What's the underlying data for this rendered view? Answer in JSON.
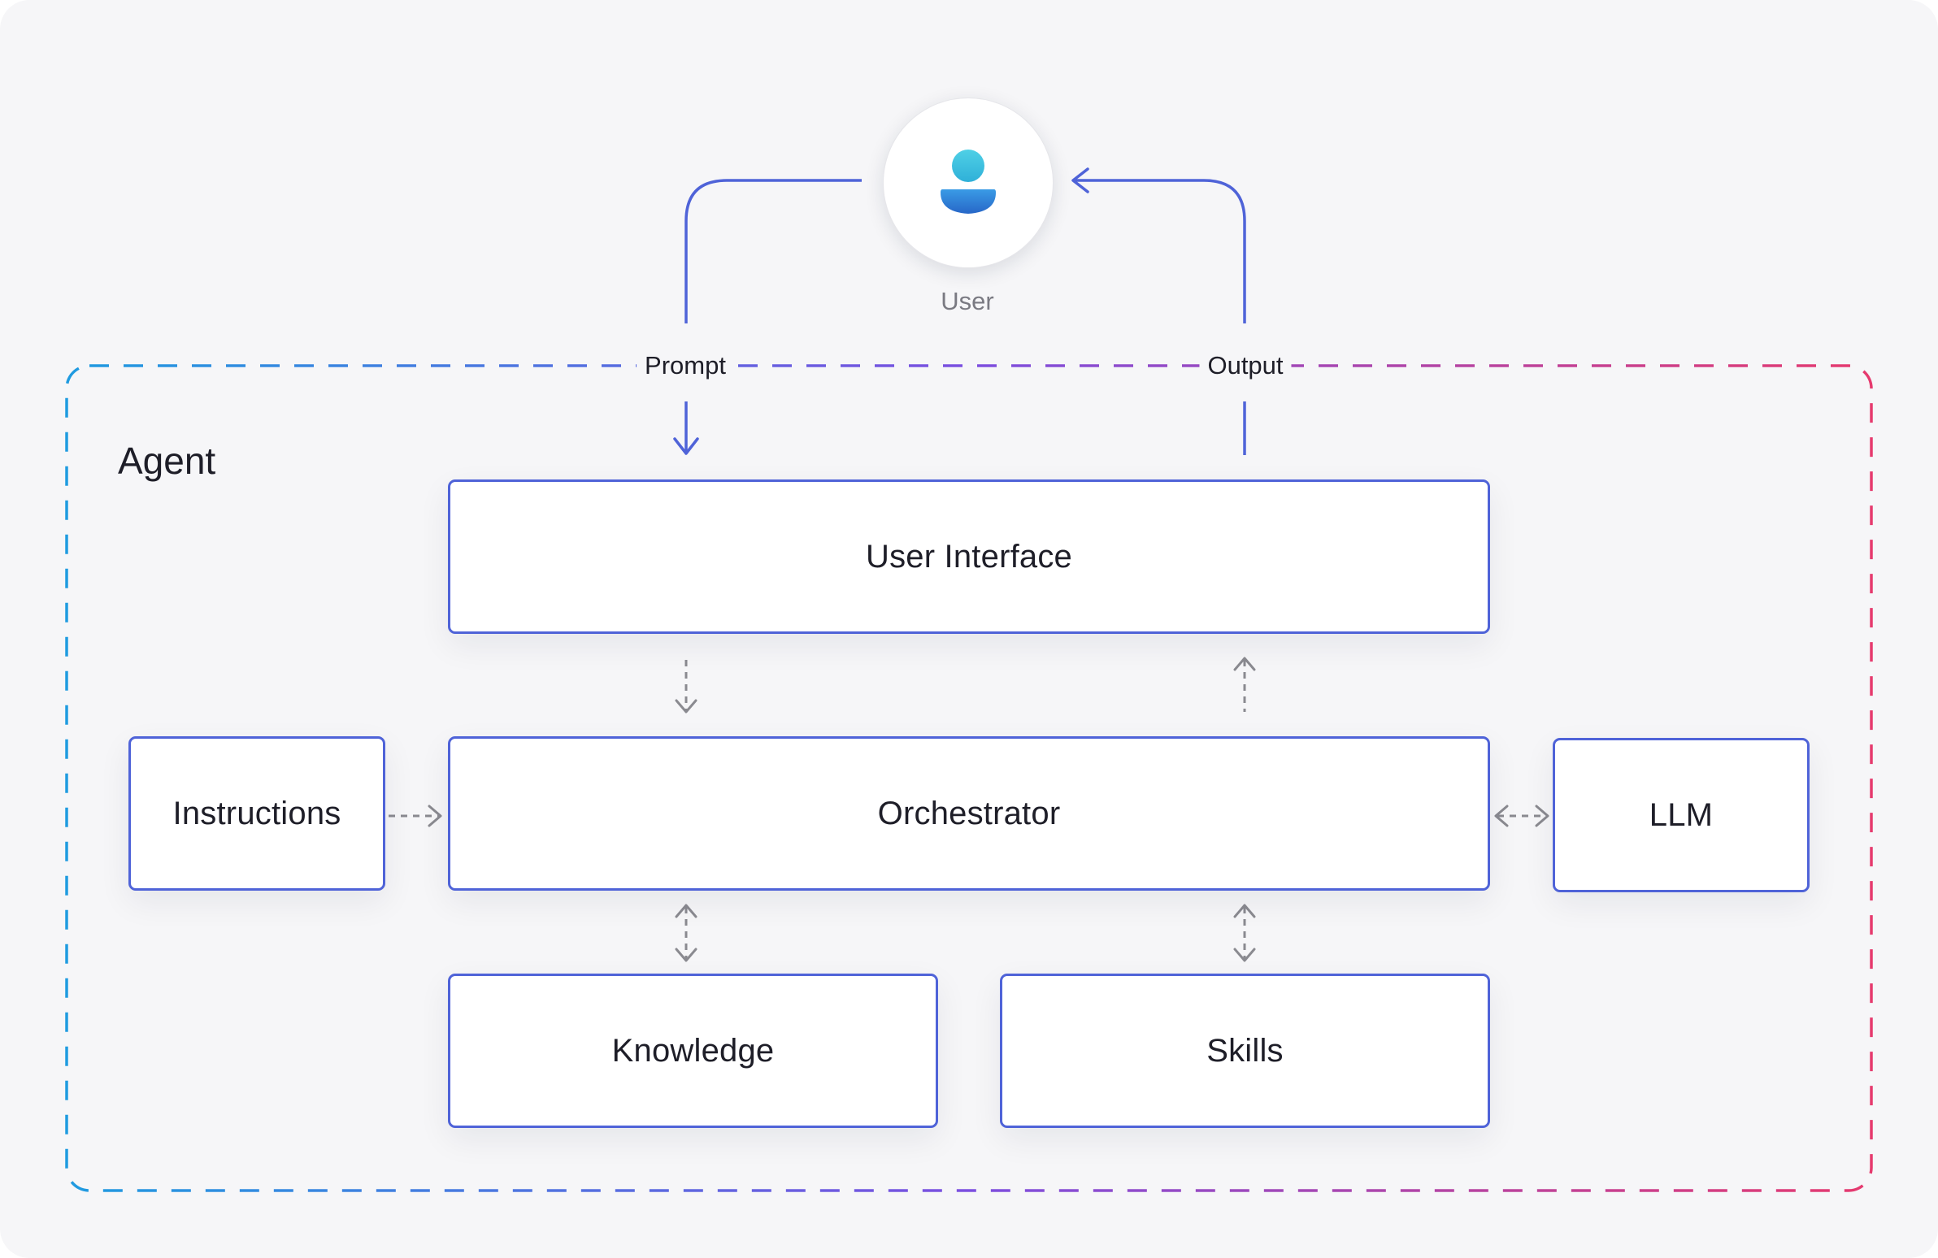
{
  "user": {
    "label": "User",
    "icon": "user-icon"
  },
  "flow": {
    "prompt_label": "Prompt",
    "output_label": "Output"
  },
  "agent": {
    "title": "Agent",
    "components": {
      "user_interface": "User Interface",
      "orchestrator": "Orchestrator",
      "instructions": "Instructions",
      "llm": "LLM",
      "knowledge": "Knowledge",
      "skills": "Skills"
    }
  },
  "colors": {
    "node_border": "#4f63d8",
    "solid_arrow": "#4f63d8",
    "dashed_arrow": "#8a8a90",
    "boundary_start": "#1f9be0",
    "boundary_mid": "#7c4fe0",
    "boundary_end": "#e63a6e",
    "avatar_head": "#3fc0e0",
    "avatar_body": "#2e7fd8"
  }
}
